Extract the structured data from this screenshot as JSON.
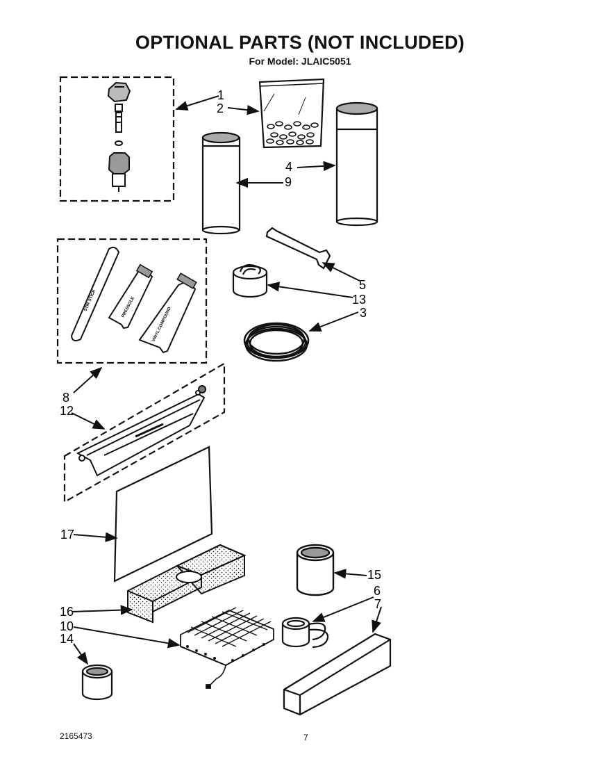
{
  "title": "OPTIONAL PARTS (NOT INCLUDED)",
  "subtitle": "For Model: JLAIC5051",
  "footer": {
    "code": "2165473",
    "page": "7"
  },
  "product_labels": {
    "stir_stick": "STIR STICK",
    "tube_a": "PRESSOLE",
    "tube_b": "VINYL COMPOUND"
  },
  "callouts": {
    "c1": "1",
    "c2": "2",
    "c3": "3",
    "c4": "4",
    "c5": "5",
    "c6": "6",
    "c7": "7",
    "c8": "8",
    "c9": "9",
    "c10": "10",
    "c12": "12",
    "c13": "13",
    "c14": "14",
    "c15": "15",
    "c16": "16",
    "c17": "17"
  }
}
